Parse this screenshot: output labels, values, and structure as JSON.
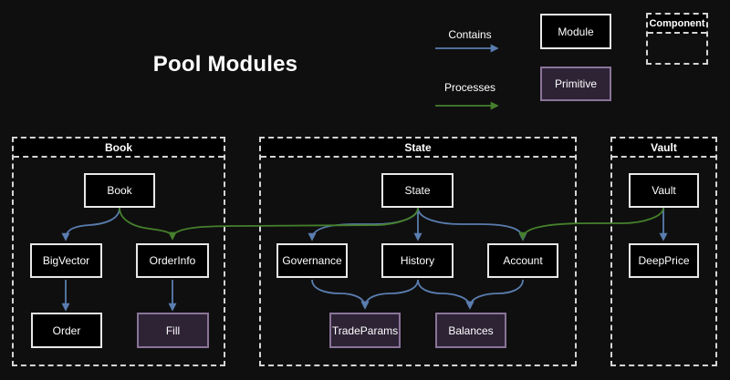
{
  "title": "Pool Modules",
  "legend": {
    "contains": "Contains",
    "processes": "Processes",
    "module": "Module",
    "primitive": "Primitive",
    "component": "Component"
  },
  "colors": {
    "background": "#0f0f0f",
    "contains_edge": "#5a7daf",
    "processes_edge": "#45802c",
    "module_fill": "#000000",
    "module_border": "#e8e8e8",
    "primitive_fill": "#2d2335",
    "primitive_border": "#8a7499",
    "container_border_dashed": "#d4d4d4",
    "text": "#ffffff"
  },
  "containers": {
    "book": {
      "title": "Book"
    },
    "state": {
      "title": "State"
    },
    "vault": {
      "title": "Vault"
    }
  },
  "nodes": {
    "book": {
      "label": "Book",
      "kind": "module"
    },
    "bigvector": {
      "label": "BigVector",
      "kind": "module"
    },
    "orderinfo": {
      "label": "OrderInfo",
      "kind": "module"
    },
    "order": {
      "label": "Order",
      "kind": "module"
    },
    "fill": {
      "label": "Fill",
      "kind": "primitive"
    },
    "state": {
      "label": "State",
      "kind": "module"
    },
    "governance": {
      "label": "Governance",
      "kind": "module"
    },
    "history": {
      "label": "History",
      "kind": "module"
    },
    "account": {
      "label": "Account",
      "kind": "module"
    },
    "tradeparams": {
      "label": "TradeParams",
      "kind": "primitive"
    },
    "balances": {
      "label": "Balances",
      "kind": "primitive"
    },
    "vault": {
      "label": "Vault",
      "kind": "module"
    },
    "deepprice": {
      "label": "DeepPrice",
      "kind": "module"
    }
  },
  "edges": [
    {
      "from": "Book",
      "to": "BigVector",
      "type": "contains"
    },
    {
      "from": "Book",
      "to": "OrderInfo",
      "type": "contains"
    },
    {
      "from": "BigVector",
      "to": "Order",
      "type": "contains"
    },
    {
      "from": "OrderInfo",
      "to": "Fill",
      "type": "contains"
    },
    {
      "from": "State",
      "to": "Governance",
      "type": "contains"
    },
    {
      "from": "State",
      "to": "History",
      "type": "contains"
    },
    {
      "from": "State",
      "to": "Account",
      "type": "contains"
    },
    {
      "from": "Governance",
      "to": "TradeParams",
      "type": "contains"
    },
    {
      "from": "History",
      "to": "TradeParams",
      "type": "contains"
    },
    {
      "from": "History",
      "to": "Balances",
      "type": "contains"
    },
    {
      "from": "Account",
      "to": "Balances",
      "type": "contains"
    },
    {
      "from": "Vault",
      "to": "DeepPrice",
      "type": "contains"
    },
    {
      "from": "State",
      "to": "OrderInfo",
      "type": "processes"
    },
    {
      "from": "Vault",
      "to": "Account",
      "type": "processes"
    }
  ]
}
